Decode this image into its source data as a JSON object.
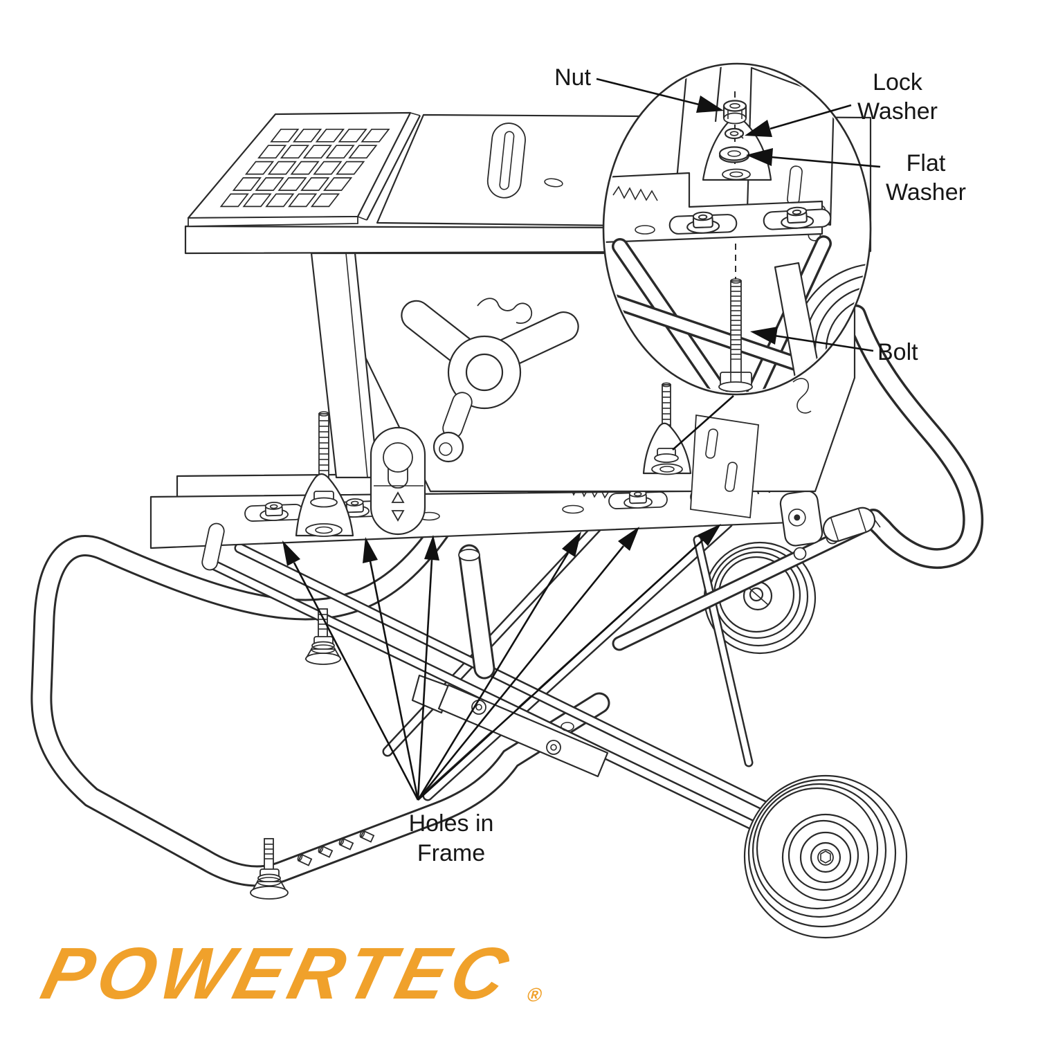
{
  "page": {
    "background": "#ffffff"
  },
  "diagram": {
    "title_semantic": "table-saw-stand-assembly-diagram",
    "callouts": {
      "nut": "Nut",
      "lock_washer_line1": "Lock",
      "lock_washer_line2": "Washer",
      "flat_washer_line1": "Flat",
      "flat_washer_line2": "Washer",
      "bolt": "Bolt",
      "holes_in_frame_line1": "Holes in",
      "holes_in_frame_line2": "Frame"
    },
    "colors": {
      "line": "#2a2a2a",
      "callout_text": "#161616",
      "arrow": "#111111",
      "brand_orange": "#F0A12B",
      "background": "#ffffff"
    }
  },
  "brand": {
    "logo_text": "POWERTEC",
    "registered_mark": "®"
  }
}
